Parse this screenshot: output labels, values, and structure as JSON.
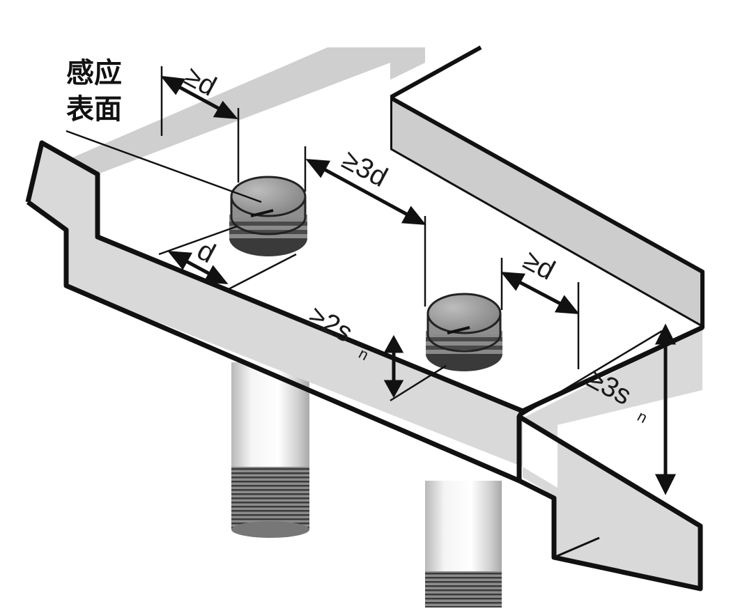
{
  "diagram": {
    "label_sensing_surface_line1": "感应",
    "label_sensing_surface_line2": "表面",
    "dim_gap_left": "≥d",
    "dim_sensor_spacing": "≥3d",
    "dim_diameter": "d",
    "dim_gap_right": "≥d",
    "dim_height_left": "≥2s",
    "dim_height_left_sub": "n",
    "dim_height_right": "≥3s",
    "dim_height_right_sub": "n"
  },
  "colors": {
    "plate_fill": "#d9d9d9",
    "outline": "#111111",
    "sensor_cap": "#9a9a9a",
    "sensor_band": "#7a7a7a",
    "pipe_light": "#f1f1f1",
    "pipe_shade": "#c4c4c4"
  }
}
